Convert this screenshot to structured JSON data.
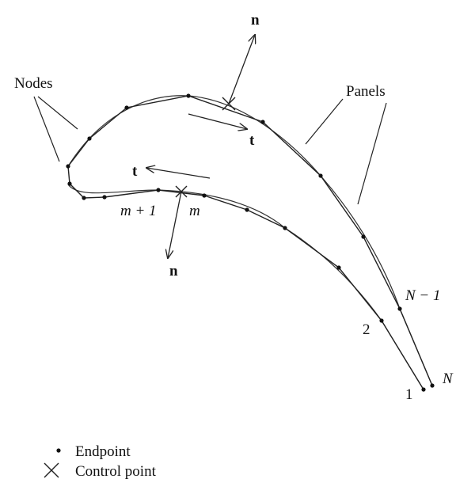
{
  "labels": {
    "nodes": "Nodes",
    "panels": "Panels",
    "n_top": "n",
    "t_top": "t",
    "t_mid": "t",
    "n_mid": "n",
    "m_plus_1": "m + 1",
    "m": "m",
    "n_minus_1": "N − 1",
    "two": "2",
    "N": "N",
    "one": "1"
  },
  "legend": {
    "endpoint": "Endpoint",
    "control_point": "Control point"
  },
  "colors": {
    "ink": "#222222"
  }
}
